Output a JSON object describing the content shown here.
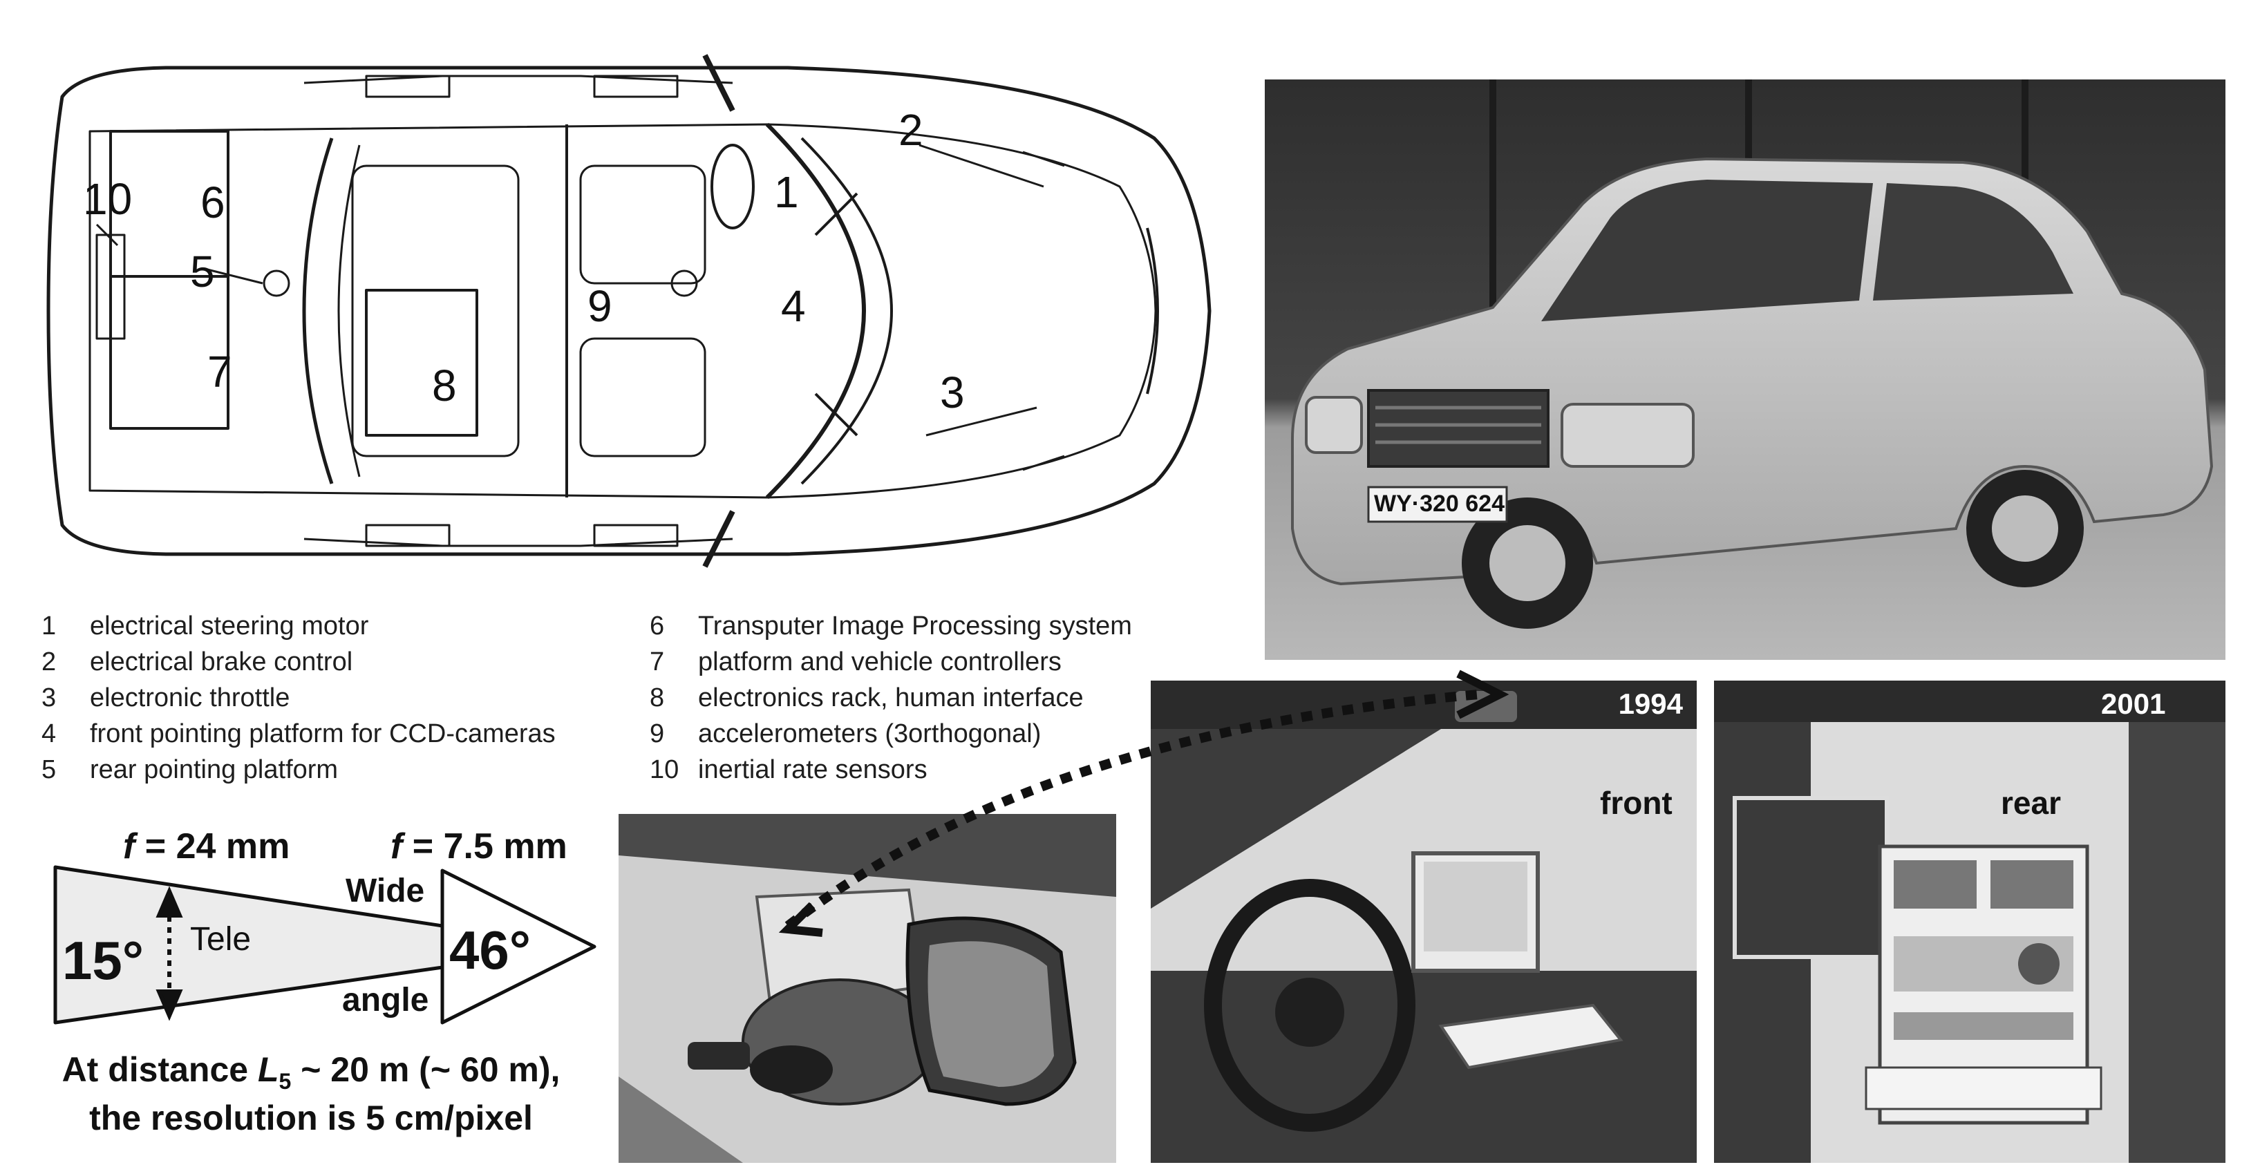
{
  "diagram": {
    "component_numbers": [
      "1",
      "2",
      "3",
      "4",
      "5",
      "6",
      "7",
      "8",
      "9",
      "10"
    ]
  },
  "legend": {
    "left": [
      {
        "num": "1",
        "text": "electrical steering motor"
      },
      {
        "num": "2",
        "text": "electrical brake control"
      },
      {
        "num": "3",
        "text": "electronic throttle"
      },
      {
        "num": "4",
        "text": "front  pointing platform for CCD-cameras"
      },
      {
        "num": "5",
        "text": "rear pointing platform"
      }
    ],
    "right": [
      {
        "num": "6",
        "text": "Transputer Image Processing system"
      },
      {
        "num": "7",
        "text": "platform and vehicle controllers"
      },
      {
        "num": "8",
        "text": "electronics rack, human interface"
      },
      {
        "num": "9",
        "text": "accelerometers (3orthogonal)"
      },
      {
        "num": "10",
        "text": "inertial rate sensors"
      }
    ]
  },
  "fov": {
    "f_tele_var": "f",
    "f_tele_value": " = 24 mm",
    "f_wide_var": "f",
    "f_wide_value": " = 7.5 mm",
    "tele_angle": "15°",
    "tele_label": "Tele",
    "wide_label": "Wide",
    "angle_label": "angle",
    "wide_angle": "46°",
    "caption_line1_pre": "At distance ",
    "caption_var": "L",
    "caption_sub": "5",
    "caption_line1_post": " ~ 20 m (~ 60 m),",
    "caption_line2": "the resolution is 5 cm/pixel"
  },
  "photos": {
    "car_plate": "WY·320 624",
    "year_front": "1994",
    "year_rear": "2001",
    "label_front": "front",
    "label_rear": "rear"
  },
  "colors": {
    "line": "#1a1a1a",
    "photo_dark": "#2a2a2a",
    "photo_mid": "#8a8a8a",
    "photo_light": "#d0d0d0"
  }
}
